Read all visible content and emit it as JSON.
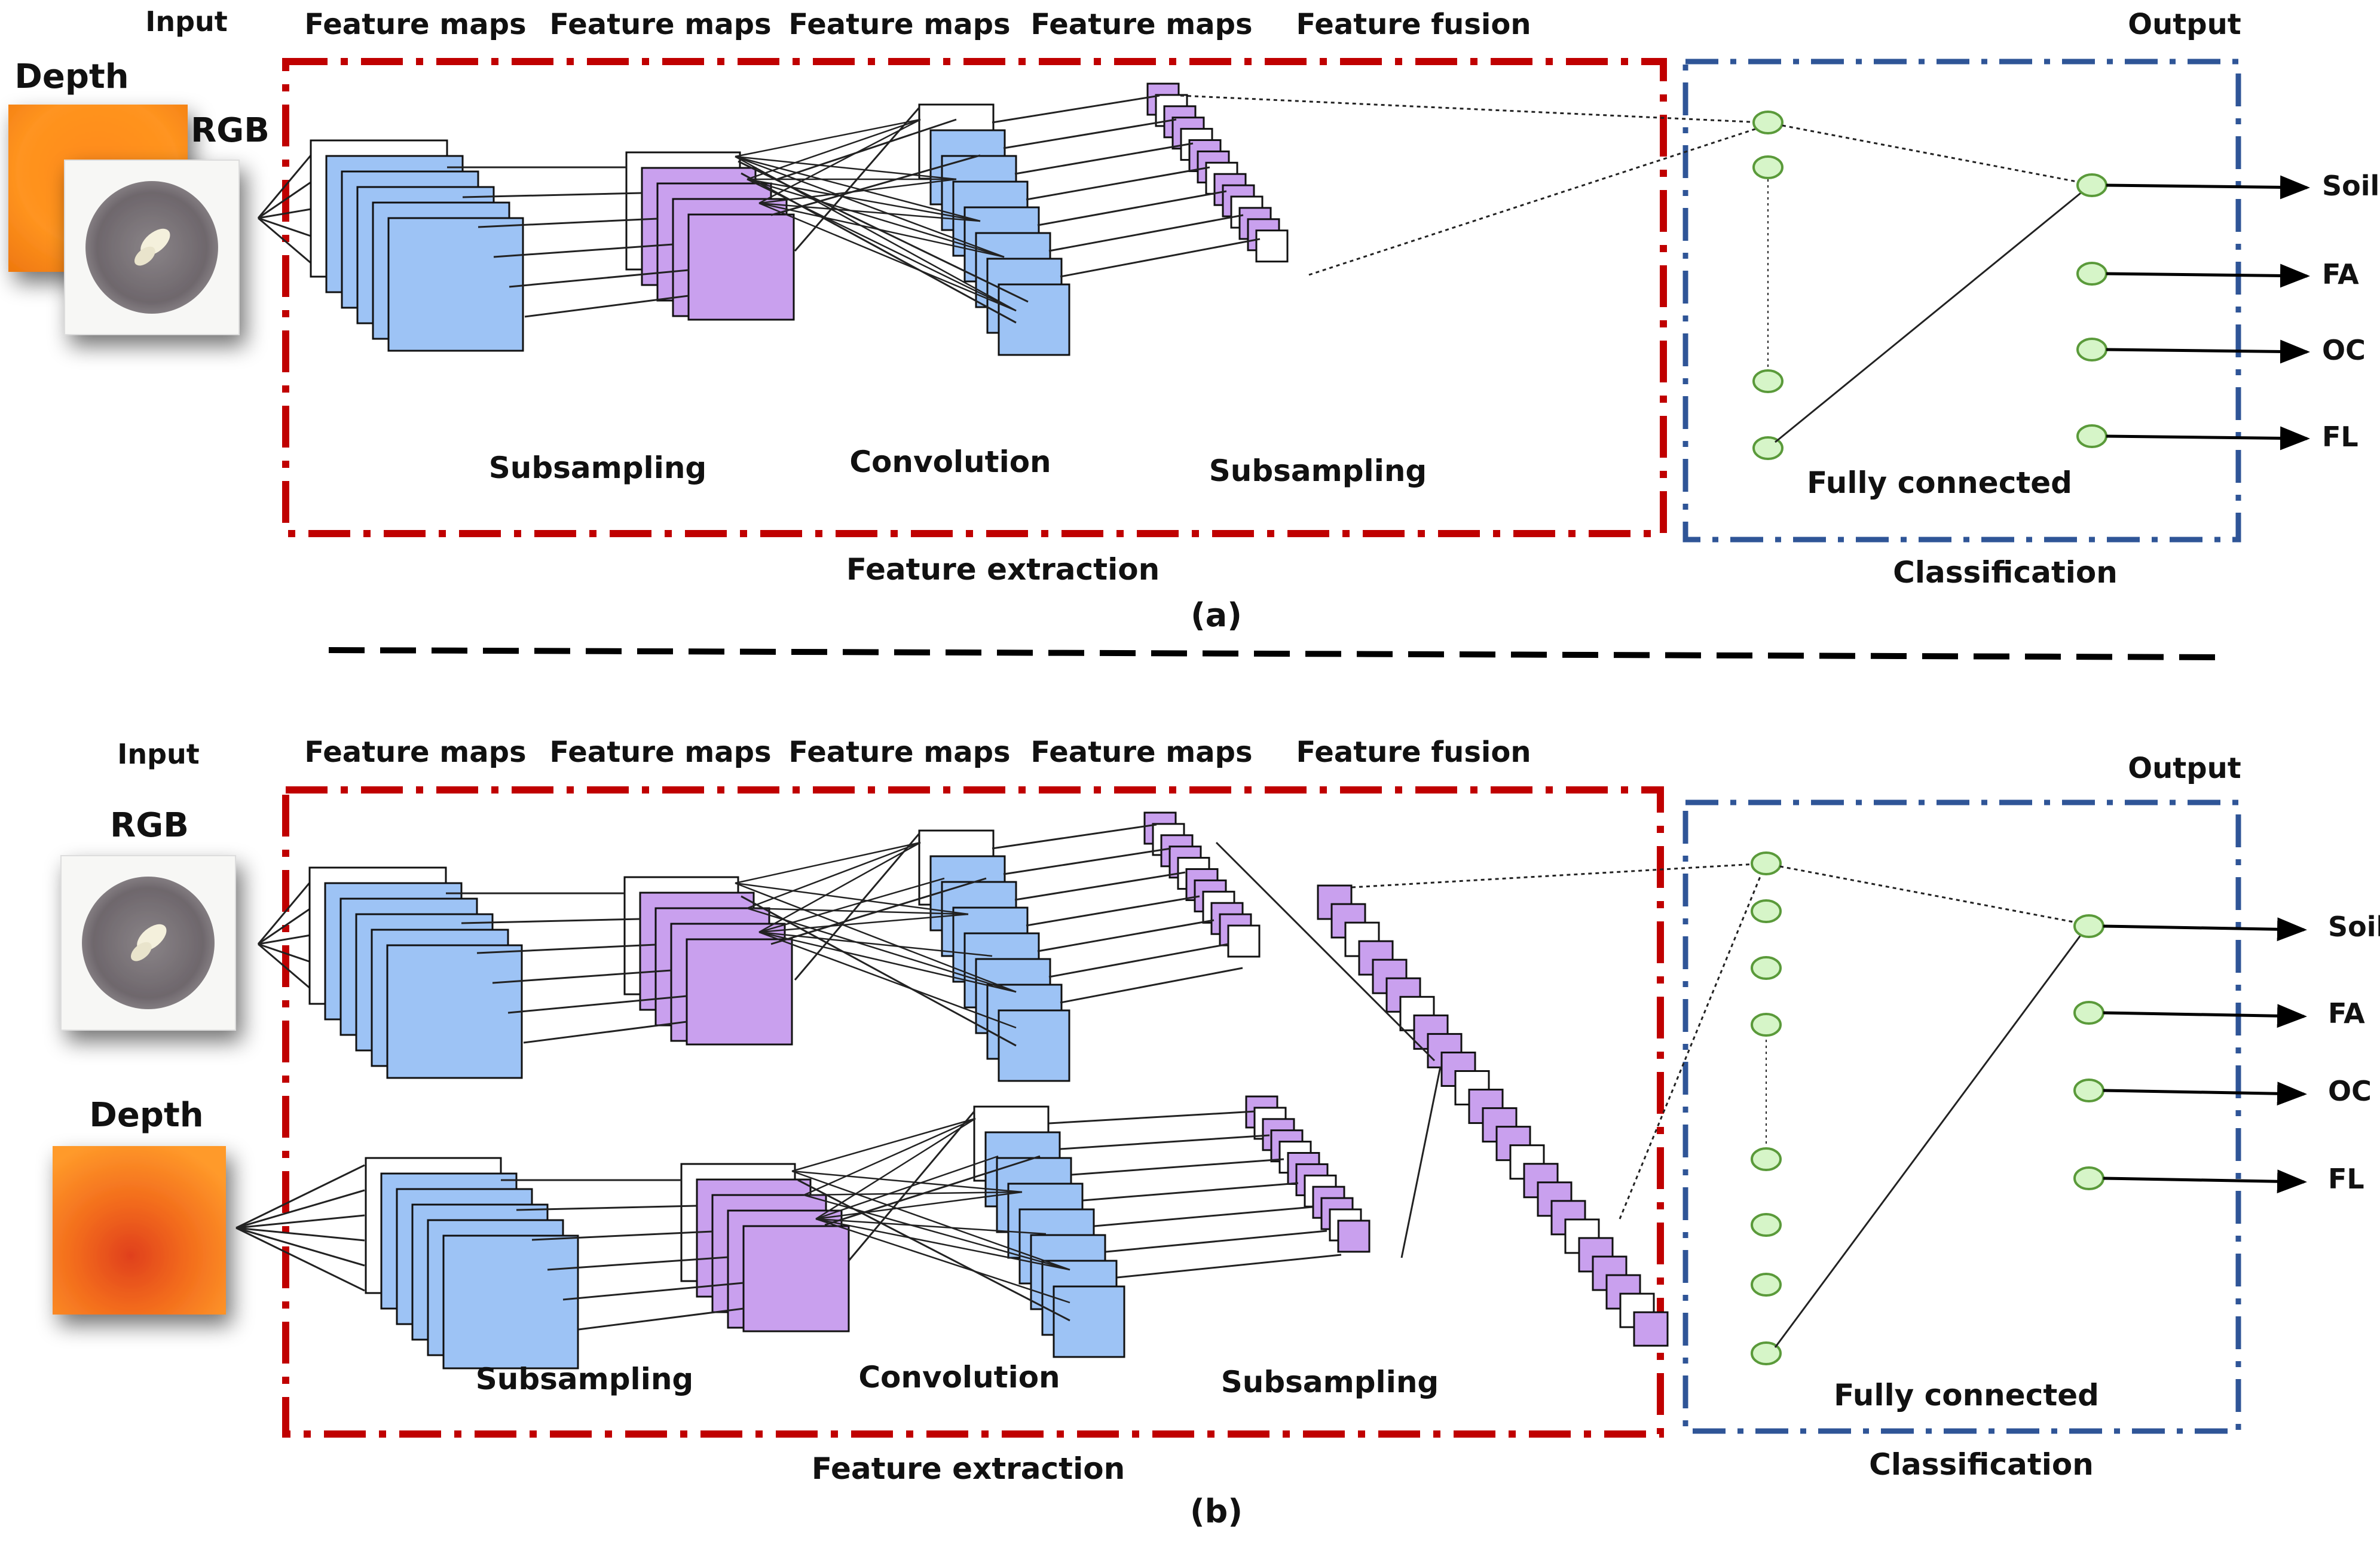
{
  "panels": [
    {
      "id": "a",
      "caption": "(a)",
      "input_label": "Input",
      "inputs": [
        {
          "label": "Depth",
          "kind": "depth"
        },
        {
          "label": "RGB",
          "kind": "rgb"
        }
      ],
      "stage_labels": [
        "Feature maps",
        "Feature maps",
        "Feature maps",
        "Feature maps",
        "Feature fusion"
      ],
      "op_labels": [
        "Subsampling",
        "Convolution",
        "Subsampling"
      ],
      "feature_extraction_label": "Feature extraction",
      "fully_connected_label": "Fully connected",
      "classification_label": "Classification",
      "output_label": "Output",
      "outputs": [
        "Soil",
        "FA",
        "OC",
        "FL"
      ]
    },
    {
      "id": "b",
      "caption": "(b)",
      "input_label": "Input",
      "inputs": [
        {
          "label": "RGB",
          "kind": "rgb"
        },
        {
          "label": "Depth",
          "kind": "depth"
        }
      ],
      "stage_labels": [
        "Feature maps",
        "Feature maps",
        "Feature maps",
        "Feature maps",
        "Feature fusion"
      ],
      "op_labels": [
        "Subsampling",
        "Convolution",
        "Subsampling"
      ],
      "feature_extraction_label": "Feature extraction",
      "fully_connected_label": "Fully connected",
      "classification_label": "Classification",
      "output_label": "Output",
      "outputs": [
        "Soil",
        "FA",
        "OC",
        "FL"
      ]
    }
  ],
  "colors": {
    "feature_extraction_border": "#c00000",
    "classification_border": "#2f5597",
    "blue_map": "#9dc3f5",
    "purple_map": "#c9a0ee",
    "neuron_fill": "#d6f5c8",
    "neuron_stroke": "#5a9a3a",
    "separator": "#000000"
  },
  "icons": [
    "rgb-seed-image",
    "depth-heatmap-image"
  ]
}
